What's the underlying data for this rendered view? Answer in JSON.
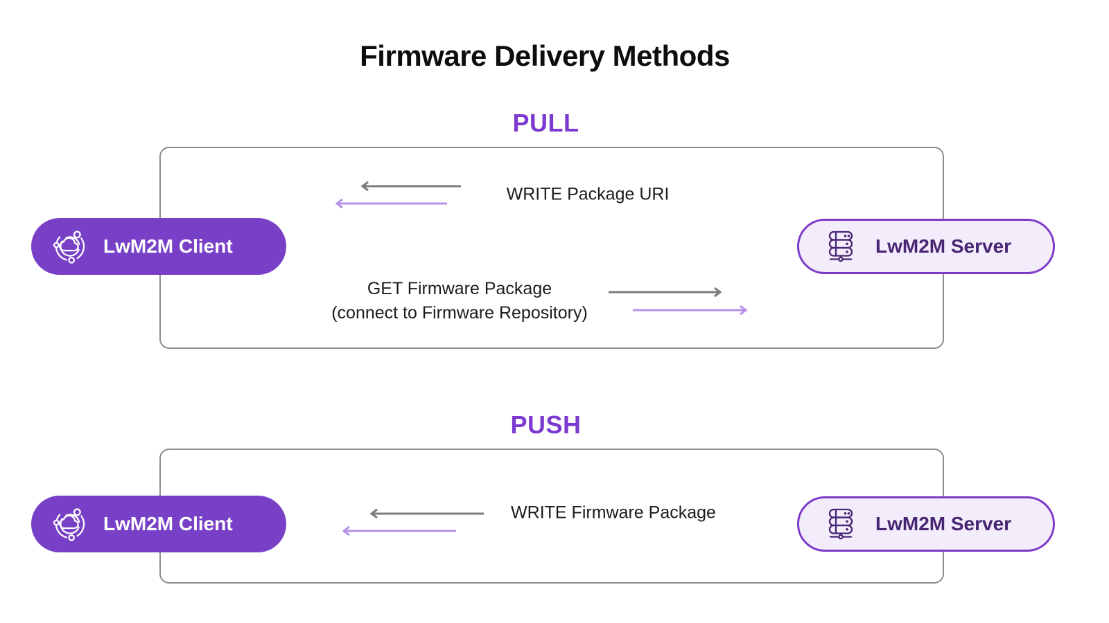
{
  "title": "Firmware Delivery Methods",
  "colors": {
    "title_text": "#0D0D0D",
    "heading_accent": "#7C3AD0",
    "client_pill_fill": "#7840C6",
    "client_pill_text": "#FFFFFF",
    "server_pill_fill": "#F3ECFA",
    "server_pill_border": "#7C3AC8",
    "server_pill_text": "#462573",
    "arrow_gray": "#7B7B7B",
    "arrow_purple": "#B591E8",
    "box_border": "#8C8C8C",
    "message_text": "#1C1C1C"
  },
  "icons": {
    "client": "iot-cloud-icon",
    "server": "server-rack-icon"
  },
  "sections": [
    {
      "heading": "PULL",
      "client_label": "LwM2M Client",
      "server_label": "LwM2M Server",
      "messages": [
        {
          "label": "WRITE Package URI",
          "direction": "server-to-client"
        },
        {
          "label": "GET Firmware Package",
          "sublabel": "(connect to Firmware Repository)",
          "direction": "client-to-server"
        }
      ]
    },
    {
      "heading": "PUSH",
      "client_label": "LwM2M Client",
      "server_label": "LwM2M Server",
      "messages": [
        {
          "label": "WRITE Firmware Package",
          "direction": "server-to-client"
        }
      ]
    }
  ]
}
